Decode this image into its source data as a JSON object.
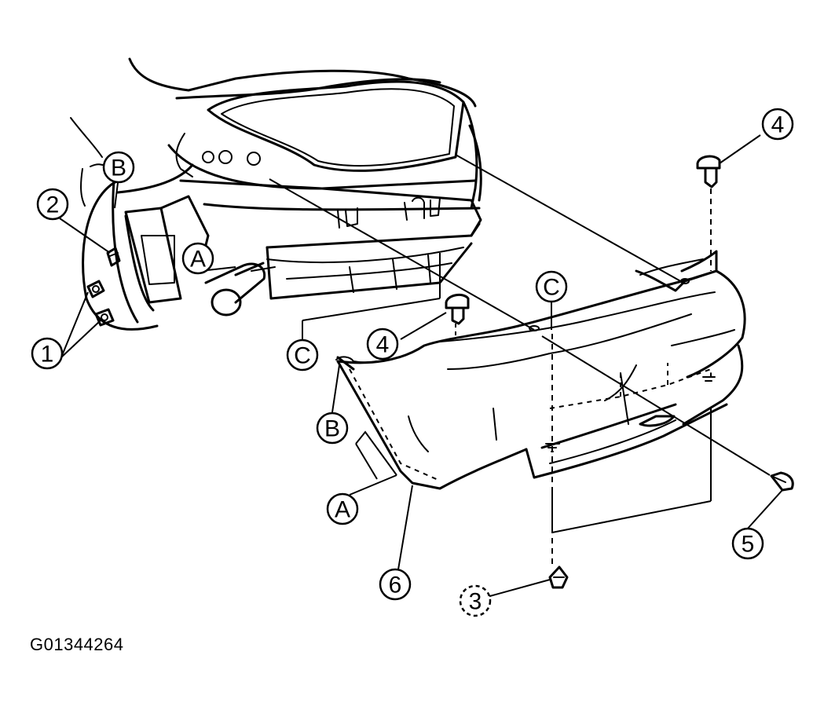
{
  "figure_id": "G01344264",
  "callouts": {
    "c1": "1",
    "c2": "2",
    "c3": "3",
    "c4_top": "4",
    "c4_mid": "4",
    "c5": "5",
    "c6": "6",
    "a_body": "A",
    "a_bumper": "A",
    "b_body": "B",
    "b_bumper": "B",
    "c_body": "C",
    "c_bumper": "C"
  }
}
